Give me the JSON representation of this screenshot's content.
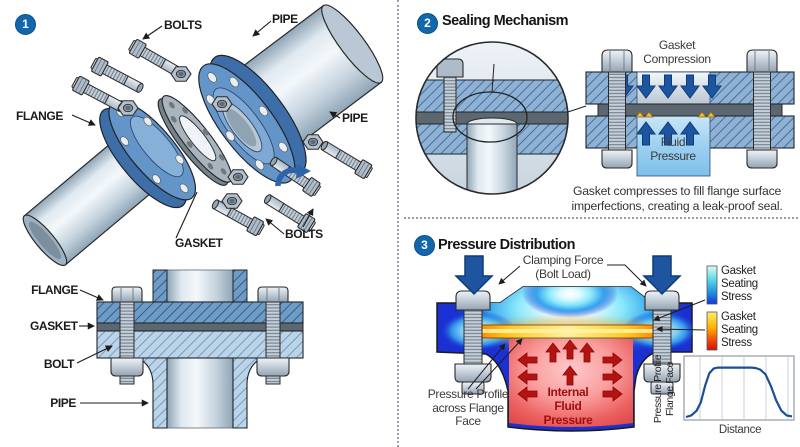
{
  "colors": {
    "badge_blue": "#1266ab",
    "flange_blue": "#6495c8",
    "hatch_blue_dark": "#79a3cc",
    "hatch_blue_light": "#bcd4e8",
    "gasket_gray": "#5d6770",
    "navy_arrow": "#1d55a0",
    "internal_red_text": "#9c0f0f",
    "stress_cool_top": "#dff8f1",
    "stress_cool_bottom": "#1434d8",
    "stress_hot_top": "#ffec6e",
    "stress_hot_bottom": "#cc1408",
    "profile_line": "#1b4f94"
  },
  "panel1": {
    "badge": "1",
    "exploded": {
      "bolts_top": "BOLTS",
      "pipe_top": "PIPE",
      "flange": "FLANGE",
      "pipe_right": "PIPE",
      "gasket": "GASKET",
      "bolts_bottom": "BOLTS"
    },
    "cross_section": {
      "flange": "FLANGE",
      "gasket": "GASKET",
      "bolt": "BOLT",
      "pipe": "PIPE"
    }
  },
  "panel2": {
    "badge": "2",
    "title": "Sealing Mechanism",
    "gasket_compression": [
      "Gasket",
      "Compression"
    ],
    "fluid_pressure": [
      "Fluid",
      "Pressure"
    ],
    "caption": [
      "Gasket compresses to fill flange surface",
      "imperfections, creating a leak-proof seal."
    ]
  },
  "panel3": {
    "badge": "3",
    "title": "Pressure Distribution",
    "clamping_force": [
      "Clamping Force",
      "(Bolt Load)"
    ],
    "legend_cool": [
      "Gasket",
      "Seating",
      "Stress"
    ],
    "legend_hot": [
      "Gasket",
      "Seating",
      "Stress"
    ],
    "pressure_profile_label": [
      "Pressure Profile",
      "across Flange",
      "Face"
    ],
    "internal_fluid_pressure": [
      "Internal",
      "Fluid",
      "Pressure"
    ]
  },
  "chart_data": {
    "type": "line",
    "xlabel": "Distance",
    "ylabel": "Pressure Profile Flange Face",
    "ylabel_lines": [
      "Pressure Profile",
      "Flange Face"
    ],
    "x_range": [
      0,
      1
    ],
    "y_range": [
      0,
      1
    ],
    "grid": "vertical-only",
    "legend_position": "none",
    "line_color": "#1b4f94",
    "points": [
      [
        0,
        0.02
      ],
      [
        0.05,
        0.05
      ],
      [
        0.1,
        0.14
      ],
      [
        0.14,
        0.3
      ],
      [
        0.18,
        0.62
      ],
      [
        0.22,
        0.86
      ],
      [
        0.26,
        0.95
      ],
      [
        0.3,
        0.97
      ],
      [
        0.4,
        0.97
      ],
      [
        0.5,
        0.97
      ],
      [
        0.62,
        0.97
      ],
      [
        0.66,
        0.96
      ],
      [
        0.7,
        0.93
      ],
      [
        0.75,
        0.84
      ],
      [
        0.8,
        0.62
      ],
      [
        0.85,
        0.34
      ],
      [
        0.9,
        0.14
      ],
      [
        0.95,
        0.05
      ],
      [
        1,
        0.03
      ]
    ]
  }
}
